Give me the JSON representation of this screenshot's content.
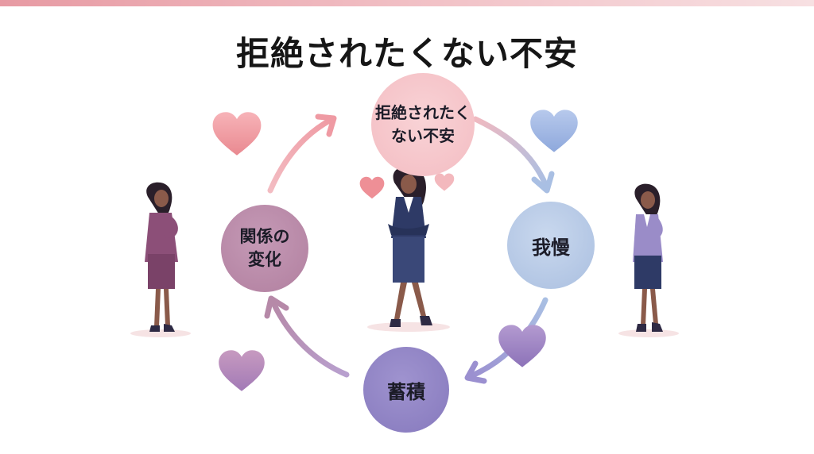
{
  "title": "拒絶されたくない不安",
  "cycle": {
    "top": {
      "line1": "拒絶されたく",
      "line2": "ない不安"
    },
    "right": {
      "label": "我慢"
    },
    "bottom": {
      "label": "蓄積"
    },
    "left": {
      "line1": "関係の",
      "line2": "変化"
    }
  },
  "colors": {
    "top_node": "#f3bcc2",
    "right_node": "#aabfe0",
    "bottom_node": "#8679bd",
    "left_node": "#b17f9f",
    "heart_pink": "#ee8f96",
    "heart_blue": "#9db3e0",
    "heart_purple": "#9a7fc0",
    "suit_navy": "#2e3a66",
    "suit_purple": "#8c4f78",
    "suit_lavender": "#9a8cc8"
  },
  "icons": [
    "heart-icon",
    "person-icon",
    "arrow-icon"
  ]
}
